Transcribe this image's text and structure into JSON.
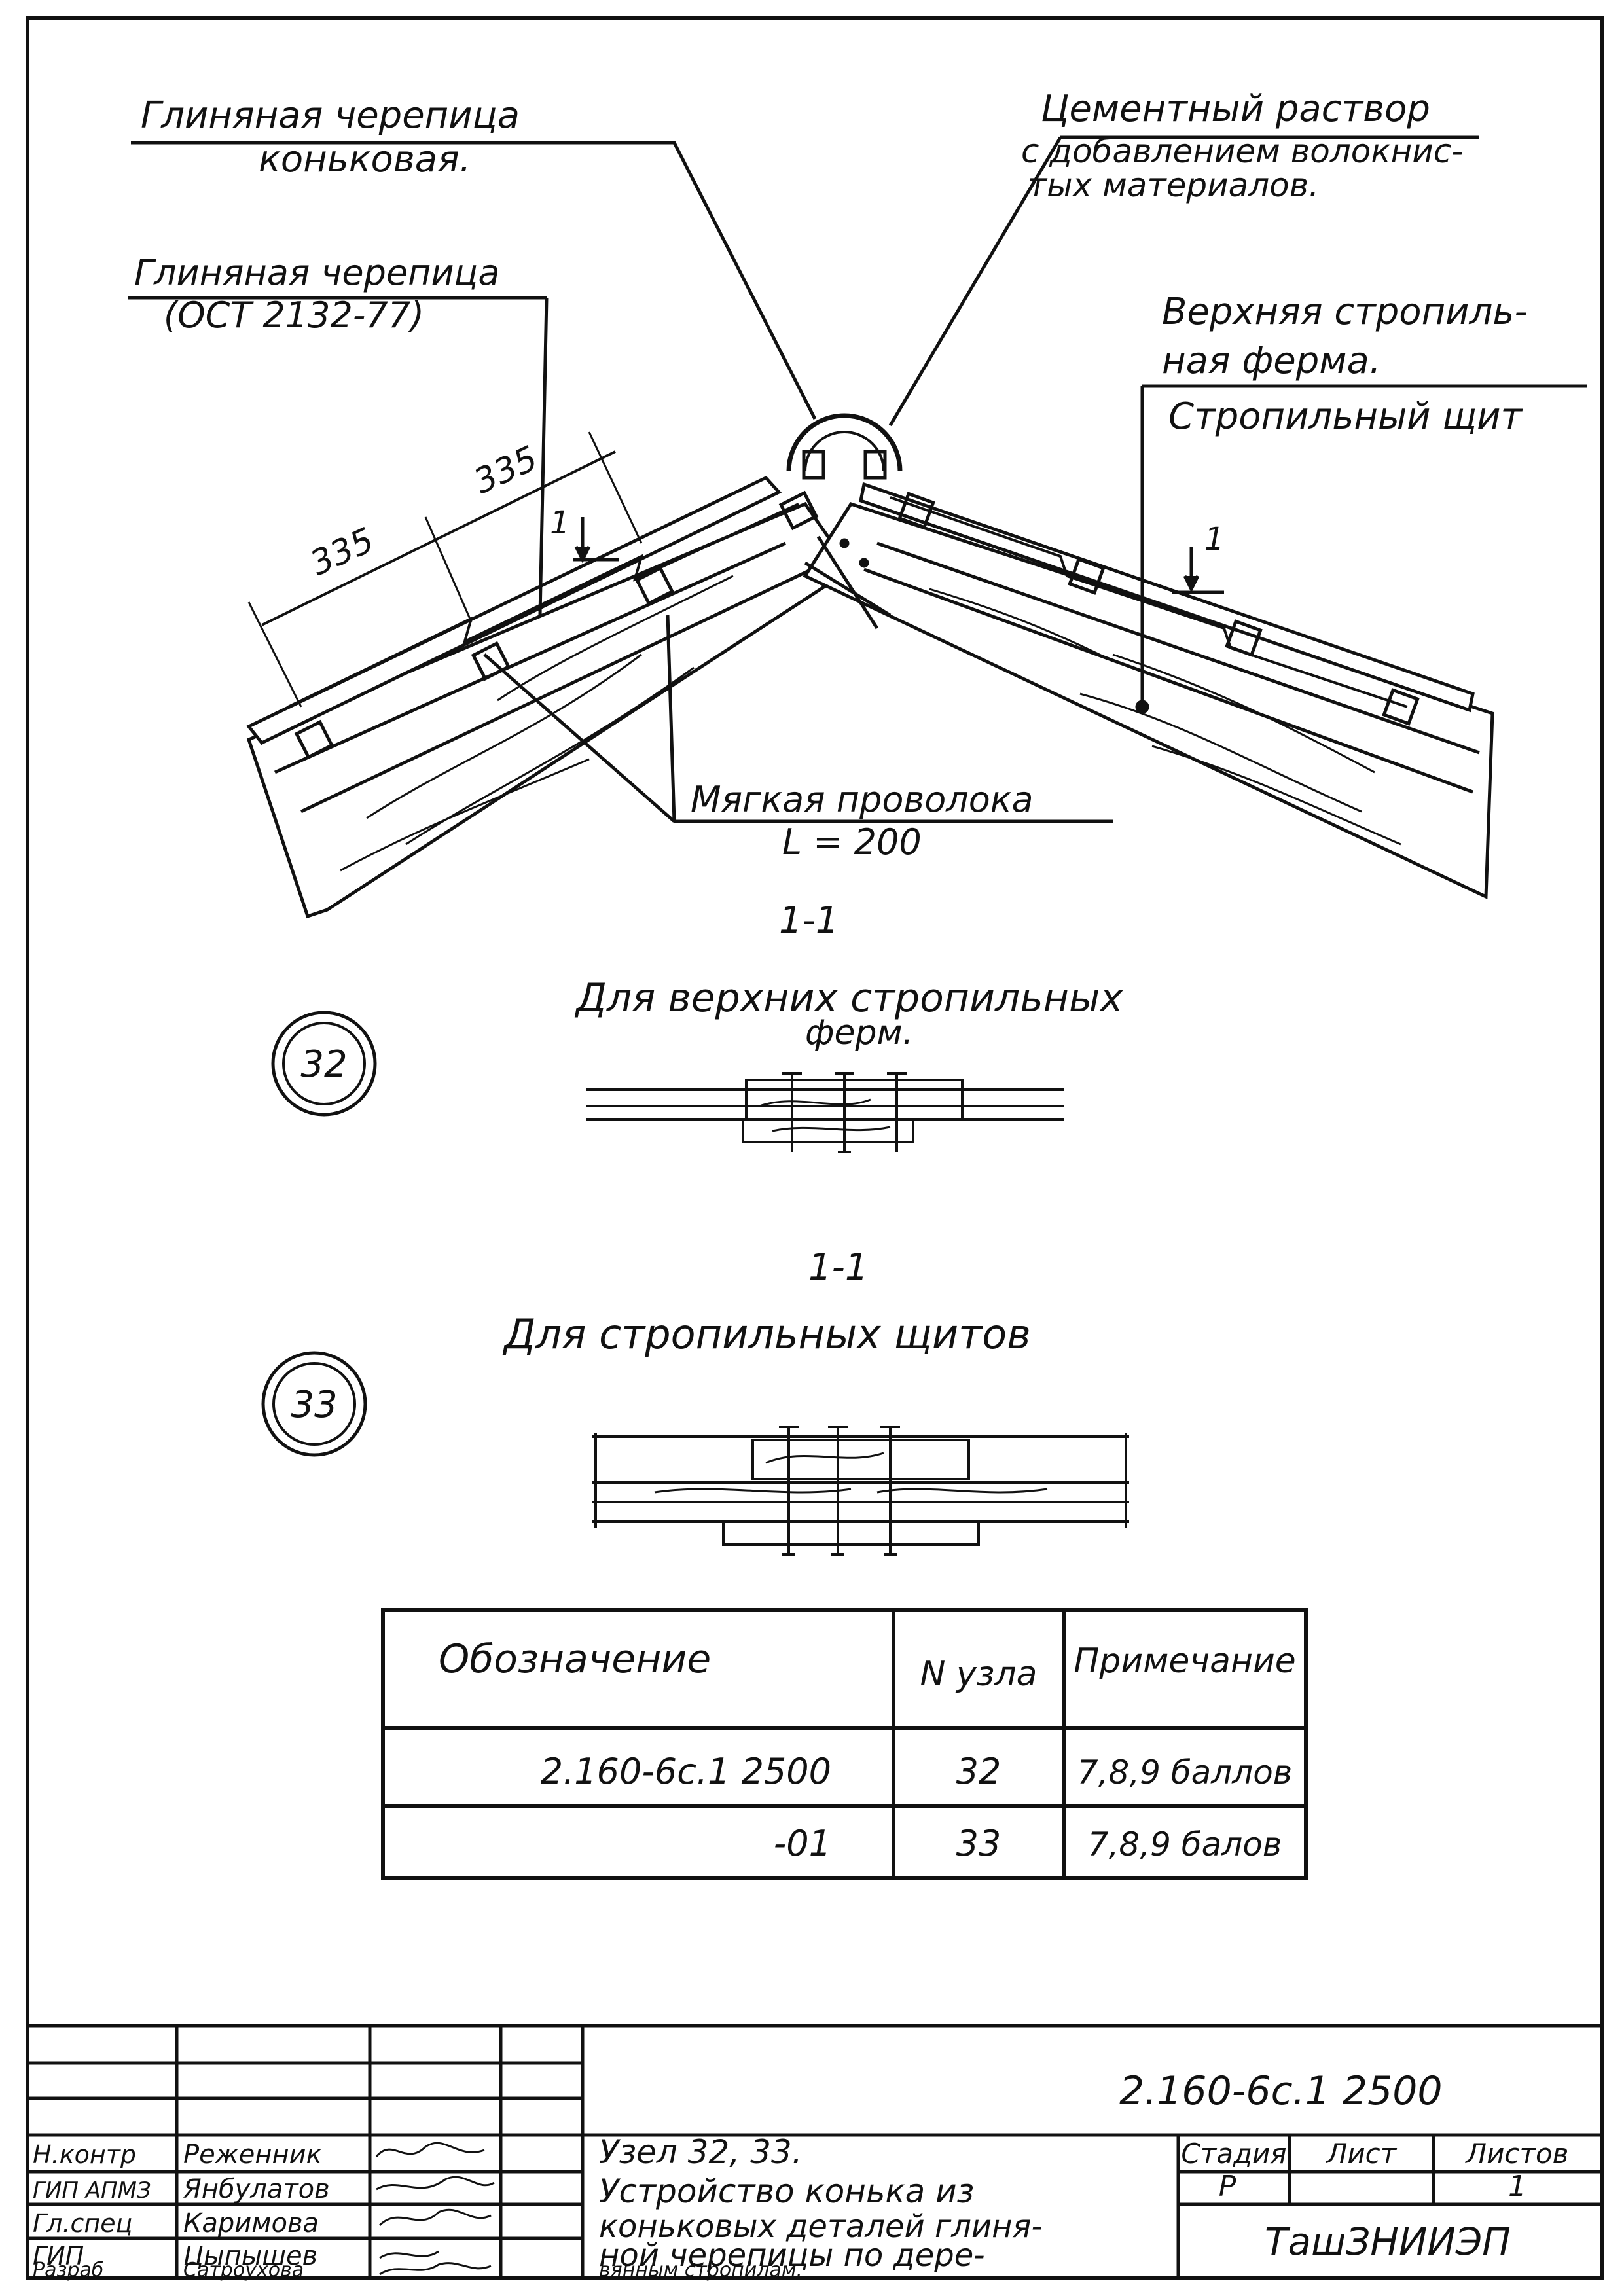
{
  "labels": {
    "ridge_tile_line1": "Глиняная черепица",
    "ridge_tile_line2": "коньковая.",
    "cement_line1": "Цементный раствор",
    "cement_line2": "с добавлением волокнис-",
    "cement_line3": "тых материалов.",
    "clay_tile_line1": "Глиняная черепица",
    "clay_tile_line2": "(ОСТ 2132-77)",
    "truss_line1": "Верхняя стропиль-",
    "truss_line2": "ная ферма.",
    "panel": "Стропильный щит",
    "wire_line1": "Мягкая проволока",
    "wire_line2": "L = 200",
    "dim_1": "335",
    "dim_2": "335",
    "cut_mark_left": "1",
    "cut_mark_right": "1"
  },
  "sections": [
    {
      "cut": "1-1",
      "caption_line1": "Для верхних стропильных",
      "caption_line2": "ферм.",
      "node": "32"
    },
    {
      "cut": "1-1",
      "caption_line1": "Для стропильных щитов",
      "caption_line2": "",
      "node": "33"
    }
  ],
  "table": {
    "headers": [
      "Обозначение",
      "N узла",
      "Примечание"
    ],
    "rows": [
      [
        "2.160-6с.1  2500",
        "32",
        "7,8,9 баллов"
      ],
      [
        "-01",
        "33",
        "7,8,9 балов"
      ]
    ]
  },
  "title_block": {
    "doc_code": "2.160-6с.1   2500",
    "roles": [
      "Н.контр",
      "ГИП АПМЗ",
      "Гл.спец",
      "ГИП",
      "Разраб"
    ],
    "names": [
      "Реженник",
      "Янбулатов",
      "Каримова",
      "Цыпышев",
      "Сатроухова"
    ],
    "title_lines": [
      "Узел 32, 33.",
      "Устройство конька из",
      "коньковых деталей глиня-",
      "ной черепицы по дере-",
      "вянным стропилам."
    ],
    "stage_header": "Стадия",
    "sheet_header": "Лист",
    "sheets_header": "Листов",
    "stage": "Р",
    "sheet": "",
    "sheets": "1",
    "org": "ТашЗНИИЭП"
  }
}
